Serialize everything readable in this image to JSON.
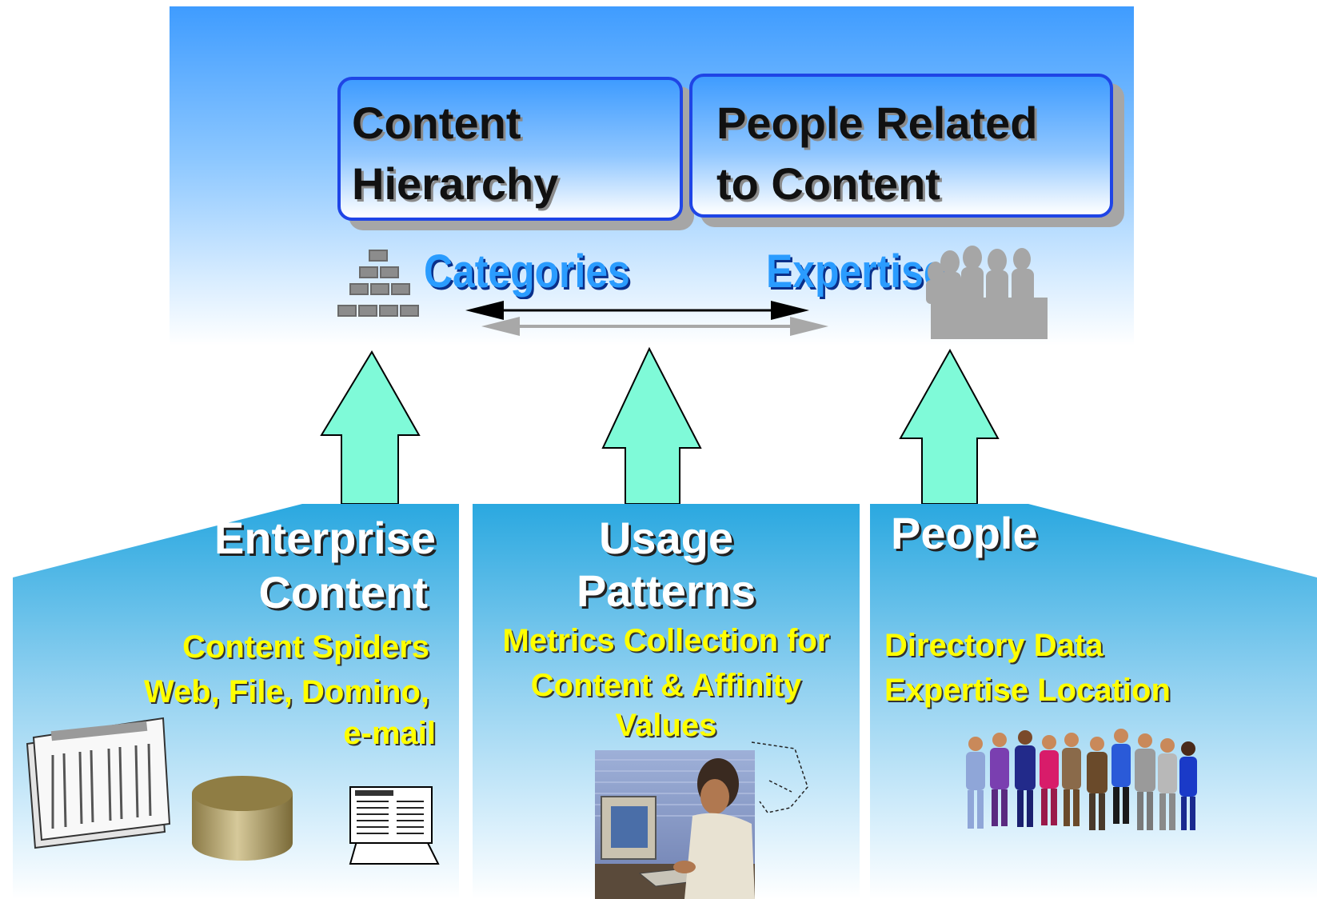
{
  "hierarchy_box": {
    "line1": "Content",
    "line2": "Hierarchy"
  },
  "people_box": {
    "line1": "People Related",
    "line2": "to Content"
  },
  "labels": {
    "categories": "Categories",
    "expertise": "Expertise"
  },
  "panels": {
    "enterprise": {
      "title1": "Enterprise",
      "title2": "Content",
      "sub1": "Content Spiders",
      "sub2": "Web, File, Domino,",
      "sub3": "e-mail"
    },
    "usage": {
      "title1": "Usage",
      "title2": "Patterns",
      "sub1": "Metrics Collection for",
      "sub2": "Content & Affinity",
      "sub3": "Values"
    },
    "people": {
      "title1": "People",
      "sub1": "Directory Data",
      "sub2": "Expertise Location"
    }
  },
  "colors": {
    "banner_top": "#3f9cff",
    "box_border": "#1f45e6",
    "arrow_fill": "#7ffad8",
    "panel_top": "#2aa8e0",
    "label_blue": "#2a9cff",
    "yellow_text": "#ffff00"
  },
  "icons": {
    "org_chart": "org-chart-icon",
    "crowd": "crowd-silhouette-icon",
    "newspaper": "newspaper-icon",
    "database": "database-cylinder-icon",
    "report": "printed-report-icon",
    "worker": "person-at-computer-photo",
    "people_group": "people-group-icon"
  }
}
